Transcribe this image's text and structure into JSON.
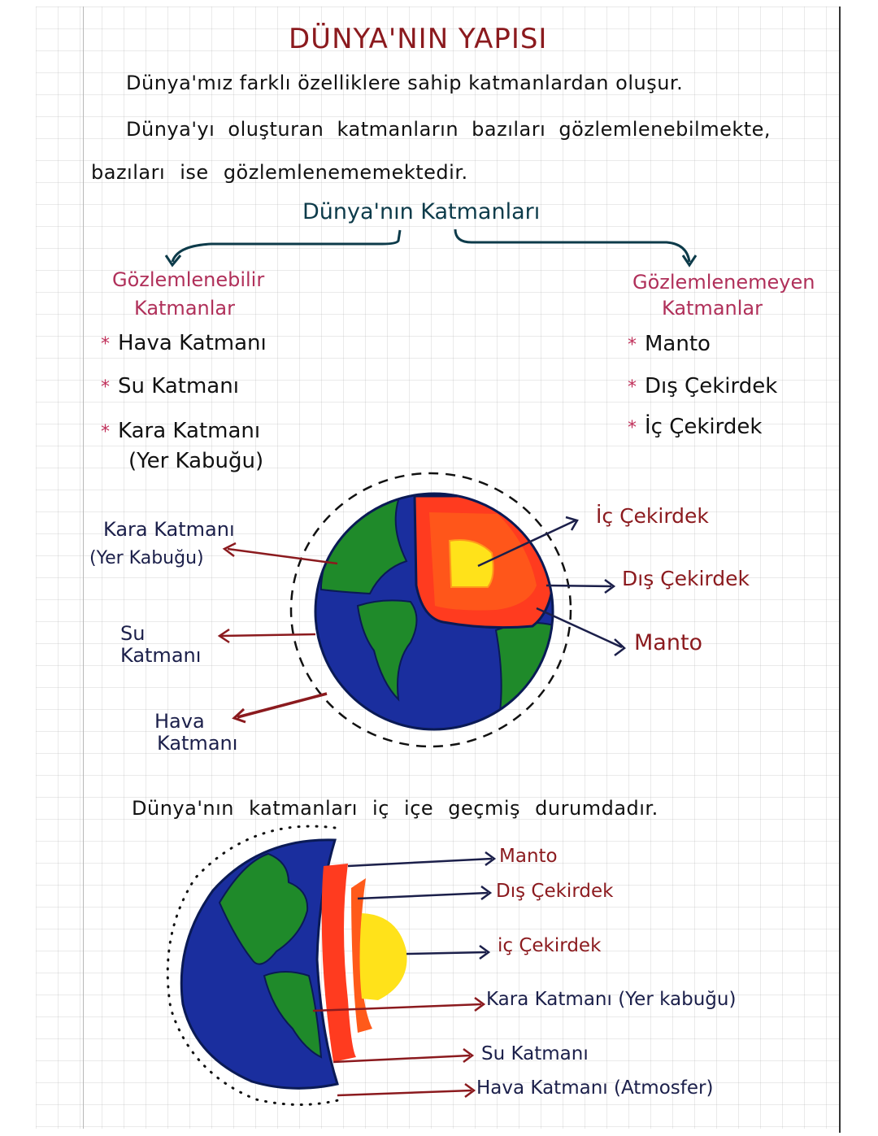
{
  "title": "DÜNYA'NIN YAPISI",
  "intro": {
    "line1": "Dünya'mız farklı özelliklere sahip katmanlardan oluşur.",
    "line2": "Dünya'yı oluşturan katmanların bazıları gözlemlenebilmekte,",
    "line3": "bazıları ise gözlemlenememektedir."
  },
  "tree": {
    "root": "Dünya'nın Katmanları",
    "left": {
      "heading_line1": "Gözlemlenebilir",
      "heading_line2": "Katmanlar",
      "items": [
        "Hava Katmanı",
        "Su Katmanı",
        "Kara Katmanı"
      ],
      "item3_sub": "(Yer Kabuğu)"
    },
    "right": {
      "heading_line1": "Gözlemlenemeyen",
      "heading_line2": "Katmanlar",
      "items": [
        "Manto",
        "Dış Çekirdek",
        "İç Çekirdek"
      ]
    },
    "bullet": "*"
  },
  "diagram1": {
    "labels": {
      "kara_line1": "Kara Katmanı",
      "kara_line2": "(Yer Kabuğu)",
      "su_line1": "Su",
      "su_line2": "Katmanı",
      "hava_line1": "Hava",
      "hava_line2": "Katmanı",
      "ic": "İç Çekirdek",
      "dis": "Dış Çekirdek",
      "manto": "Manto"
    }
  },
  "sentence2": "Dünya'nın katmanları iç içe geçmiş durumdadır.",
  "diagram2": {
    "labels": {
      "manto": "Manto",
      "dis": "Dış Çekirdek",
      "ic": "iç Çekirdek",
      "kara": "Kara Katmanı (Yer kabuğu)",
      "su": "Su Katmanı",
      "hava": "Hava Katmanı (Atmosfer)"
    }
  },
  "colors": {
    "ocean": "#1a2e9e",
    "land": "#1f8a2a",
    "mantle": "#ff3b1f",
    "outer_core": "#ff6a1a",
    "inner_core": "#ffe21a",
    "title_red": "#8b1a1e"
  }
}
